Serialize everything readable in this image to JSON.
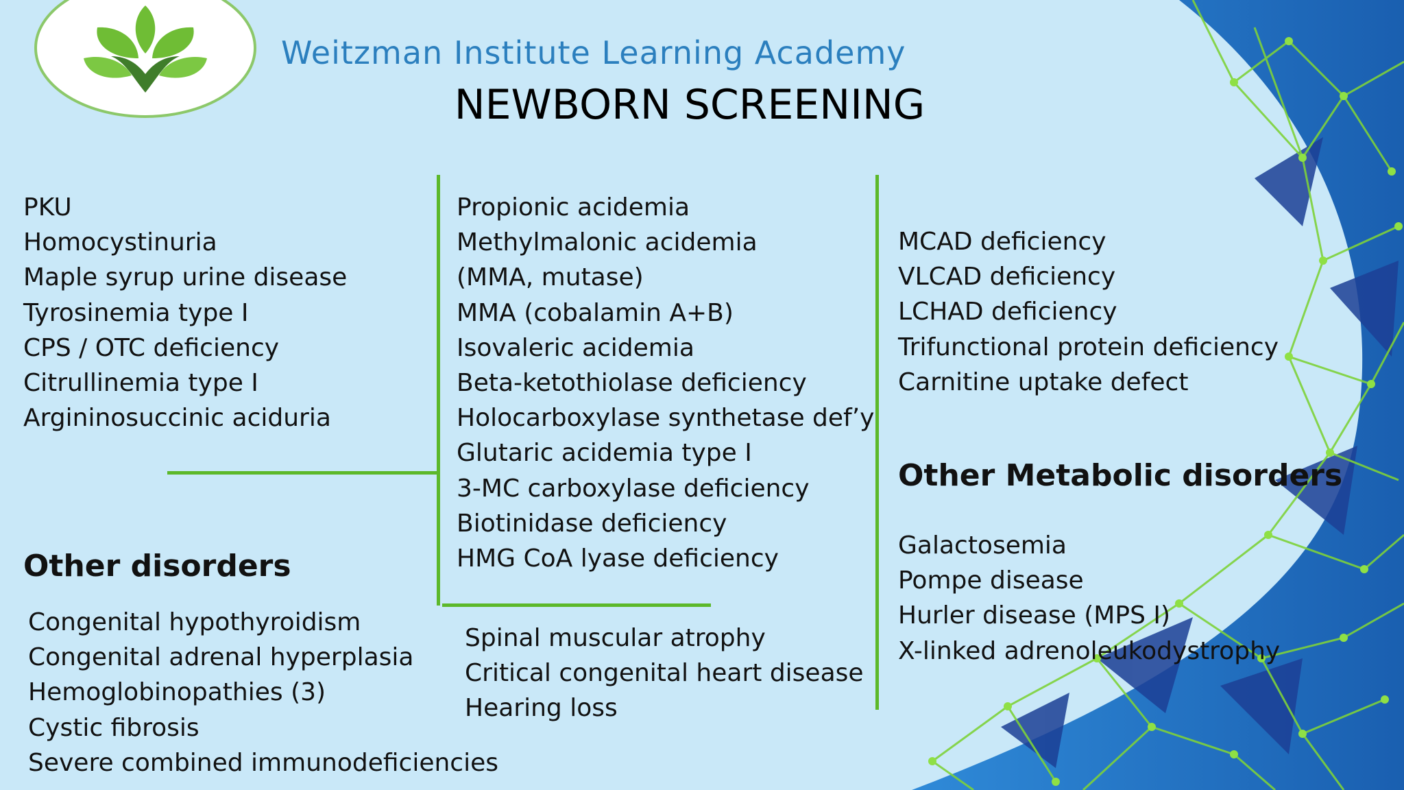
{
  "header": {
    "brand": "Weitzman Institute Learning Academy",
    "title": "NEWBORN SCREENING"
  },
  "columns": {
    "amino_urea": [
      "PKU",
      "Homocystinuria",
      "Maple syrup urine disease",
      "Tyrosinemia type I",
      "CPS / OTC deficiency",
      "Citrullinemia type I",
      "Argininosuccinic aciduria"
    ],
    "organic_acid": [
      "Propionic acidemia",
      "Methylmalonic acidemia",
      "(MMA, mutase)",
      "MMA (cobalamin A+B)",
      "Isovaleric acidemia",
      "Beta-ketothiolase deficiency",
      "Holocarboxylase synthetase def’y",
      "Glutaric acidemia type I",
      "3-MC carboxylase deficiency",
      "Biotinidase deficiency",
      "HMG CoA lyase deficiency"
    ],
    "fatty_acid": [
      "MCAD deficiency",
      "VLCAD deficiency",
      "LCHAD deficiency",
      "Trifunctional protein deficiency",
      "Carnitine uptake defect"
    ],
    "other_metabolic": {
      "heading": "Other Metabolic disorders",
      "items": [
        "Galactosemia",
        "Pompe disease",
        "Hurler disease (MPS I)",
        "X-linked adrenoleukodystrophy"
      ]
    },
    "other_disorders": {
      "heading": "Other disorders",
      "items": [
        "Congenital hypothyroidism",
        "Congenital adrenal hyperplasia",
        "Hemoglobinopathies (3)",
        "Cystic fibrosis",
        "Severe combined immunodeficiencies"
      ]
    },
    "other_middle": [
      "Spinal muscular atrophy",
      "Critical congenital heart disease",
      "Hearing loss"
    ]
  },
  "colors": {
    "background": "#c9e8f8",
    "brand_text": "#2b7fbe",
    "divider_green": "#5cb82a",
    "decor_blue": "#1f6fc0",
    "network_green": "#7ed23a",
    "leaf_green": "#6fbd35",
    "trunk_green": "#3f7d2a"
  }
}
